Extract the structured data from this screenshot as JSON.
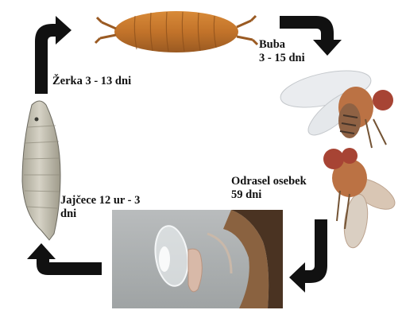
{
  "stages": {
    "larva": {
      "label": "Žerka 3 - 13 dni"
    },
    "pupa": {
      "label_line1": "Buba",
      "label_line2": "3 - 15 dni"
    },
    "adult": {
      "label_line1": "Odrasel osebek",
      "label_line2": "59 dni"
    },
    "egg": {
      "label_line1": "Jajčece 12 ur - 3",
      "label_line2": "dni"
    }
  },
  "colors": {
    "arrow": "#111111",
    "text": "#111111",
    "pupa_body": "#c77a2c",
    "larva_body": "#c9c6b8",
    "fly_body": "#b86b3a",
    "fly_eye": "#a33a2a"
  }
}
